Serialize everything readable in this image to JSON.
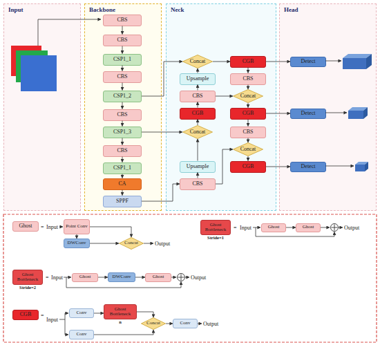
{
  "diagram": {
    "nodes": [
      {
        "text": [
          "Input"
        ]
      },
      {
        "text": [
          "Backbone"
        ]
      },
      {
        "text": [
          "Neck"
        ]
      },
      {
        "text": [
          "Head"
        ]
      },
      {
        "text": [
          "CBS"
        ],
        "in": 1
      },
      {
        "text": [
          "CBS"
        ],
        "in": 1
      },
      {
        "text": [
          "CSP1_1"
        ],
        "in": 1
      },
      {
        "text": [
          "CBS"
        ],
        "in": 1
      },
      {
        "text": [
          "CSP1_2"
        ],
        "in": 1
      },
      {
        "text": [
          "CBS"
        ],
        "in": 1
      },
      {
        "text": [
          "CSP1_3"
        ],
        "in": 1
      },
      {
        "text": [
          "CBS"
        ],
        "in": 1
      },
      {
        "text": [
          "CSP1_1"
        ],
        "in": 1
      },
      {
        "text": [
          "CA"
        ],
        "in": 1
      },
      {
        "text": [
          "SPPF"
        ],
        "in": 1
      },
      {
        "text": [
          "Concat"
        ],
        "in": 2
      },
      {
        "text": [
          "CGB"
        ],
        "in": 2
      },
      {
        "text": [
          "Upsample"
        ],
        "in": 2
      },
      {
        "text": [
          "CBS"
        ],
        "in": 2
      },
      {
        "text": [
          "CBS"
        ],
        "in": 2
      },
      {
        "text": [
          "Concat"
        ],
        "in": 2
      },
      {
        "text": [
          "CGB"
        ],
        "in": 2
      },
      {
        "text": [
          "CGB"
        ],
        "in": 2
      },
      {
        "text": [
          "Concat"
        ],
        "in": 2
      },
      {
        "text": [
          "CBS"
        ],
        "in": 2
      },
      {
        "text": [
          "Concat"
        ],
        "in": 2
      },
      {
        "text": [
          "Upsample"
        ],
        "in": 2
      },
      {
        "text": [
          "CGB"
        ],
        "in": 2
      },
      {
        "text": [
          "CBS"
        ],
        "in": 2
      },
      {
        "text": [
          "Detect"
        ],
        "in": 3
      },
      {
        "text": [
          "Detect"
        ],
        "in": 3
      },
      {
        "text": [
          "Detect"
        ],
        "in": 3
      },
      {
        "text": [
          "Ghost"
        ]
      },
      {
        "text": [
          "Point Conv"
        ]
      },
      {
        "text": [
          "DWConv"
        ]
      },
      {
        "text": [
          "Concat"
        ]
      },
      {
        "text": [
          "Ghost Bottleneck",
          "Stride=1"
        ]
      },
      {
        "text": [
          "Ghost"
        ]
      },
      {
        "text": [
          "Ghost"
        ]
      },
      {
        "text": [
          "Ghost Bottleneck",
          "Stride=2"
        ]
      },
      {
        "text": [
          "Ghost"
        ]
      },
      {
        "text": [
          "DWConv"
        ]
      },
      {
        "text": [
          "Ghost"
        ]
      },
      {
        "text": [
          "CGB"
        ]
      },
      {
        "text": [
          "Conv"
        ]
      },
      {
        "text": [
          "Ghost Bottleneck",
          "n"
        ]
      },
      {
        "text": [
          "Concat"
        ]
      },
      {
        "text": [
          "Conv"
        ]
      },
      {
        "text": [
          "Conv"
        ]
      }
    ],
    "edges": [
      {
        "from": 4,
        "to": 5,
        "arrow": "to"
      },
      {
        "from": 5,
        "to": 6,
        "arrow": "to"
      },
      {
        "from": 6,
        "to": 7,
        "arrow": "to"
      },
      {
        "from": 7,
        "to": 8,
        "arrow": "to"
      },
      {
        "from": 8,
        "to": 9,
        "arrow": "to"
      },
      {
        "from": 9,
        "to": 10,
        "arrow": "to"
      },
      {
        "from": 10,
        "to": 11,
        "arrow": "to"
      },
      {
        "from": 11,
        "to": 12,
        "arrow": "to"
      },
      {
        "from": 12,
        "to": 13,
        "arrow": "to"
      },
      {
        "from": 13,
        "to": 14,
        "arrow": "to"
      },
      {
        "from": 14,
        "to": 28,
        "arrow": "to"
      },
      {
        "from": 28,
        "to": 26,
        "arrow": "to"
      },
      {
        "from": 26,
        "to": 23,
        "arrow": "to"
      },
      {
        "from": 10,
        "to": 23,
        "arrow": "to"
      },
      {
        "from": 23,
        "to": 21,
        "arrow": "to"
      },
      {
        "from": 21,
        "to": 19,
        "arrow": "to"
      },
      {
        "from": 19,
        "to": 17,
        "arrow": "to"
      },
      {
        "from": 17,
        "to": 15,
        "arrow": "to"
      },
      {
        "from": 8,
        "to": 15,
        "arrow": "to"
      },
      {
        "from": 15,
        "to": 16,
        "arrow": "to"
      },
      {
        "from": 16,
        "to": 18,
        "arrow": "to"
      },
      {
        "from": 18,
        "to": 20,
        "arrow": "to"
      },
      {
        "from": 19,
        "to": 20,
        "arrow": "to"
      },
      {
        "from": 20,
        "to": 22,
        "arrow": "to"
      },
      {
        "from": 22,
        "to": 24,
        "arrow": "to"
      },
      {
        "from": 24,
        "to": 25,
        "arrow": "to"
      },
      {
        "from": 28,
        "to": 25,
        "arrow": "to"
      },
      {
        "from": 25,
        "to": 27,
        "arrow": "to"
      },
      {
        "from": 16,
        "to": 29,
        "arrow": "to"
      },
      {
        "from": 22,
        "to": 30,
        "arrow": "to"
      },
      {
        "from": 27,
        "to": 31,
        "arrow": "to"
      },
      {
        "from": 33,
        "to": 35,
        "arrow": "to"
      },
      {
        "from": 33,
        "to": 34,
        "arrow": "to"
      },
      {
        "from": 34,
        "to": 35,
        "arrow": "to"
      },
      {
        "from": 37,
        "to": 38,
        "arrow": "to"
      },
      {
        "from": 40,
        "to": 41,
        "arrow": "to"
      },
      {
        "from": 41,
        "to": 42,
        "arrow": "to"
      },
      {
        "from": 44,
        "to": 45,
        "arrow": "to"
      },
      {
        "from": 45,
        "to": 46,
        "arrow": "to"
      },
      {
        "from": 47,
        "to": 46,
        "arrow": "to"
      },
      {
        "from": 46,
        "to": 48,
        "arrow": "to"
      }
    ],
    "labels": [
      "=",
      "Input",
      "Output",
      "=",
      "Input",
      "Output",
      "=",
      "Input",
      "Output",
      "=",
      "Input",
      "Output"
    ]
  }
}
